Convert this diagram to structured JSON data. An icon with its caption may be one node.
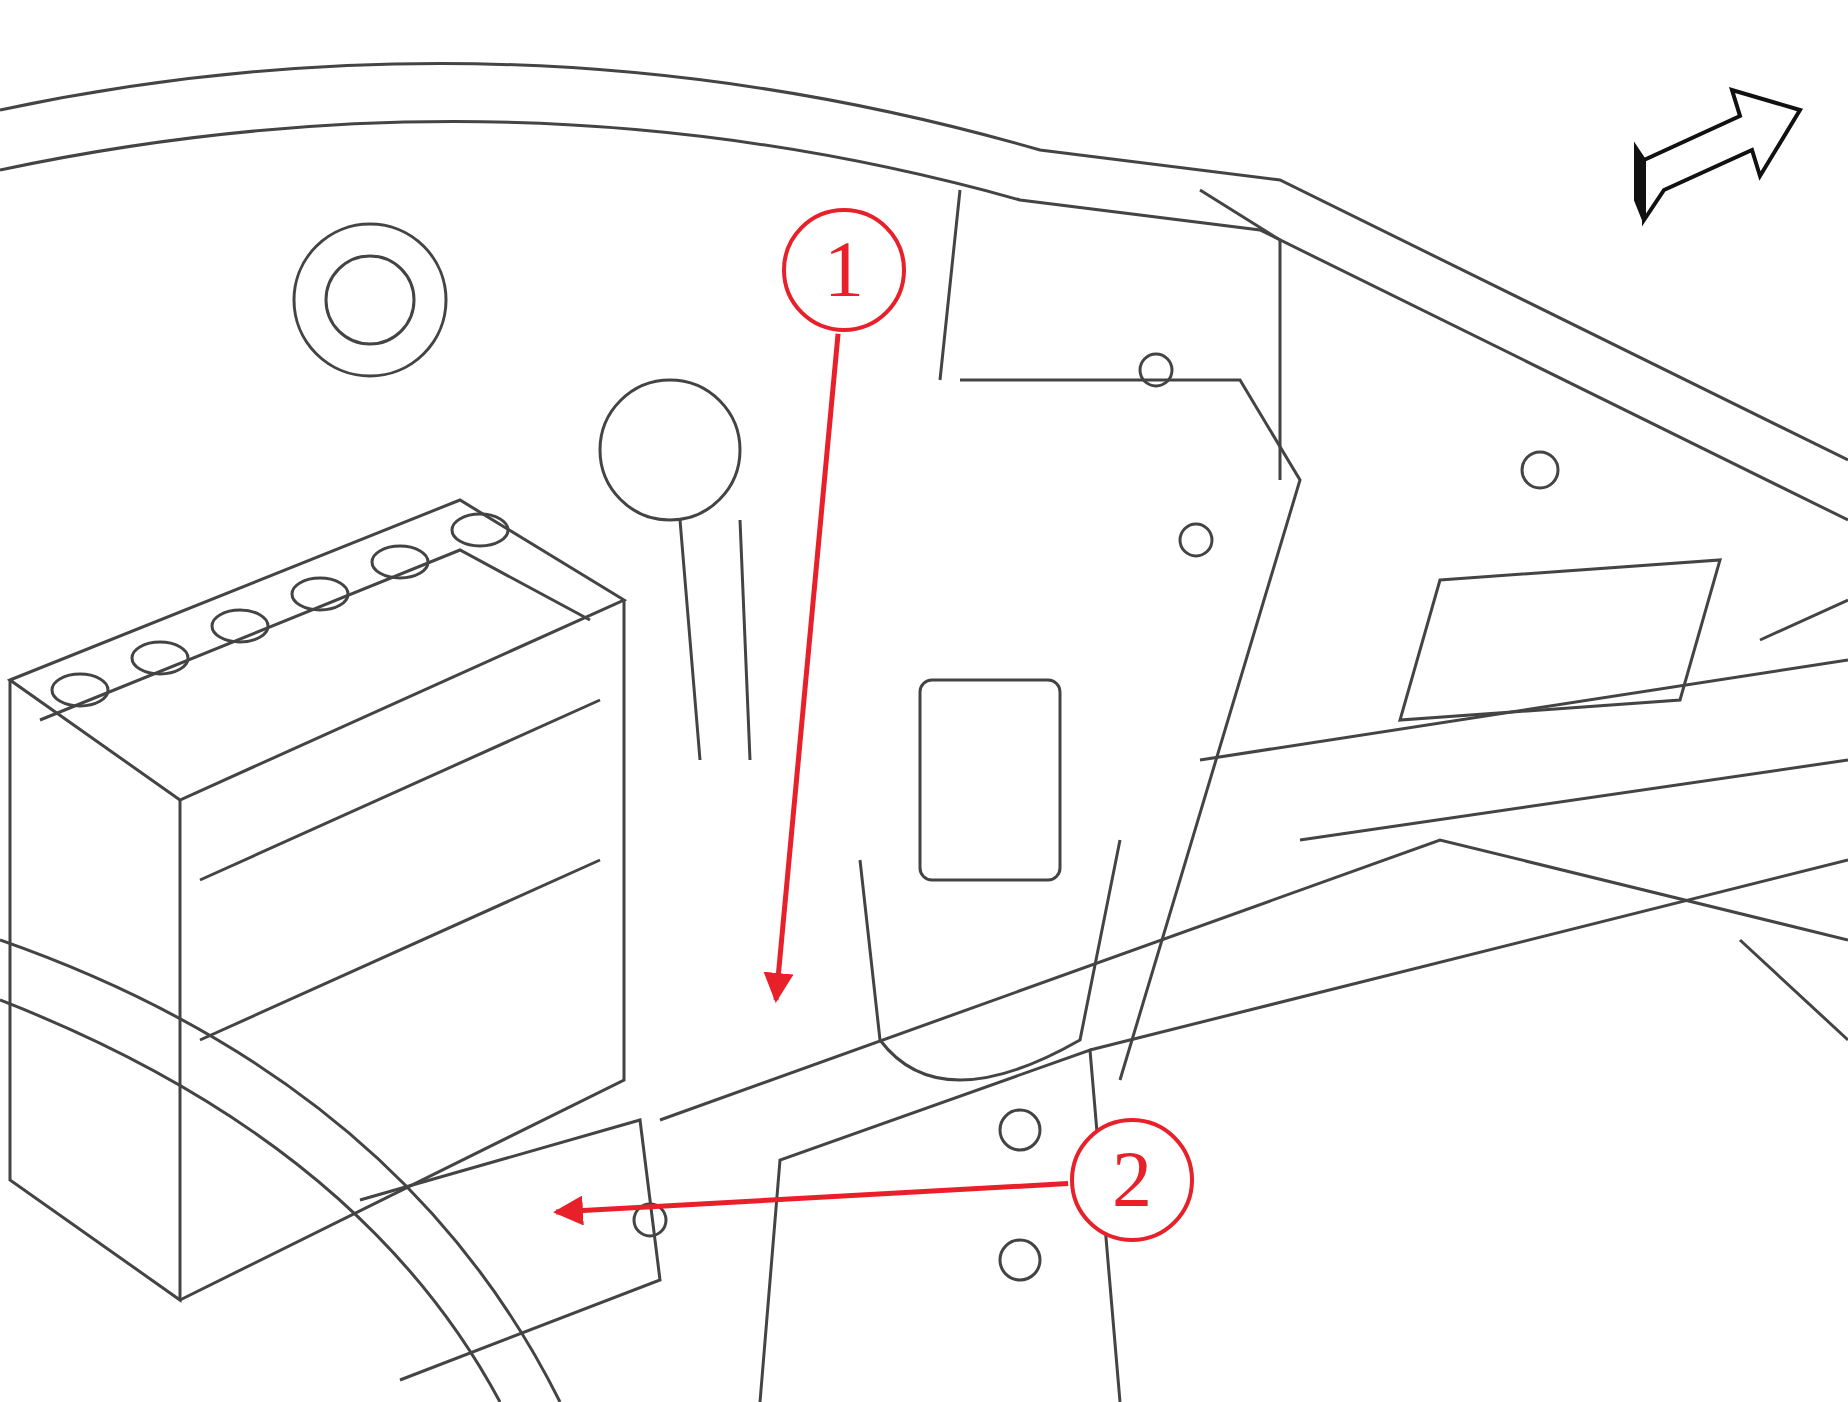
{
  "diagram": {
    "nodes": [
      {
        "text": [
          "1"
        ]
      },
      {
        "text": [
          "2"
        ]
      }
    ],
    "edges": [
      {
        "from": 0,
        "to": null,
        "arrow": "to"
      },
      {
        "from": 1,
        "to": null,
        "arrow": "to"
      }
    ]
  }
}
